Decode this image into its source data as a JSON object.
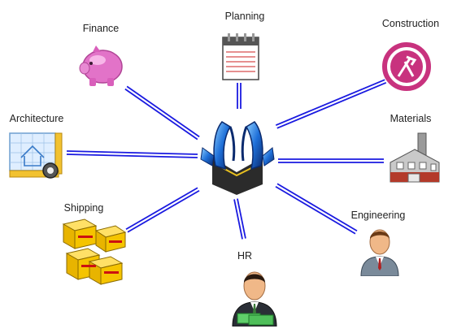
{
  "diagram": {
    "hub": {
      "icon": "bridge-hub-icon"
    },
    "nodes": [
      {
        "id": "finance",
        "label": "Finance",
        "icon": "piggy-bank-icon"
      },
      {
        "id": "planning",
        "label": "Planning",
        "icon": "notepad-icon"
      },
      {
        "id": "construction",
        "label": "Construction",
        "icon": "construction-tools-icon"
      },
      {
        "id": "architecture",
        "label": "Architecture",
        "icon": "blueprint-icon"
      },
      {
        "id": "materials",
        "label": "Materials",
        "icon": "factory-icon"
      },
      {
        "id": "shipping",
        "label": "Shipping",
        "icon": "dhl-boxes-icon"
      },
      {
        "id": "engineering",
        "label": "Engineering",
        "icon": "engineer-avatar-icon"
      },
      {
        "id": "hr",
        "label": "HR",
        "icon": "businessman-money-icon"
      }
    ],
    "edges": [
      {
        "from": "hub",
        "to": "finance"
      },
      {
        "from": "hub",
        "to": "planning"
      },
      {
        "from": "hub",
        "to": "construction"
      },
      {
        "from": "hub",
        "to": "architecture"
      },
      {
        "from": "hub",
        "to": "materials"
      },
      {
        "from": "hub",
        "to": "shipping"
      },
      {
        "from": "hub",
        "to": "engineering"
      },
      {
        "from": "hub",
        "to": "hr"
      }
    ],
    "colors": {
      "connector": "#1a1ae0",
      "hub_blue": "#1e6fd8",
      "piggy": "#e273c8",
      "construction_ring": "#c8327e",
      "label": "#222222"
    }
  }
}
